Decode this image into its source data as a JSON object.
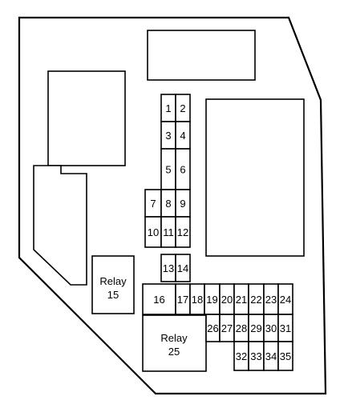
{
  "diagram": {
    "type": "fuse-box-layout",
    "fuses": [
      "1",
      "2",
      "3",
      "4",
      "5",
      "6",
      "7",
      "8",
      "9",
      "10",
      "11",
      "12",
      "13",
      "14",
      "16",
      "17",
      "18",
      "19",
      "20",
      "21",
      "22",
      "23",
      "24",
      "26",
      "27",
      "28",
      "29",
      "30",
      "31",
      "32",
      "33",
      "34",
      "35"
    ],
    "relays": [
      {
        "line1": "Relay",
        "line2": "15"
      },
      {
        "line1": "Relay",
        "line2": "25"
      }
    ]
  }
}
